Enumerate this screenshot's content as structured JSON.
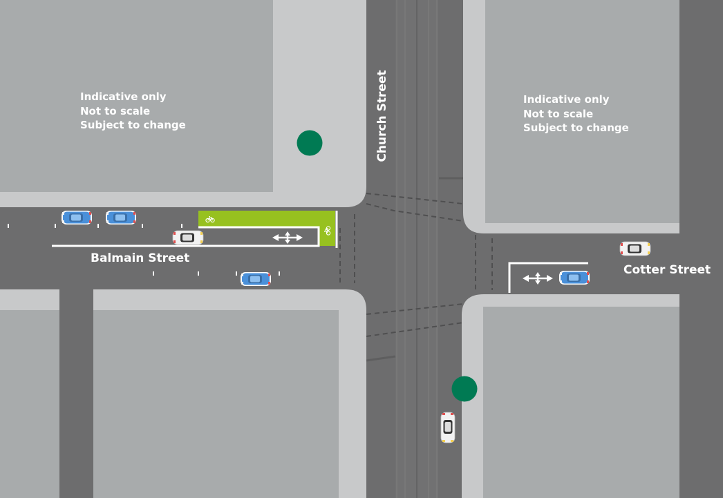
{
  "map": {
    "colors": {
      "road": "#6d6d6e",
      "footpath": "#c8c9ca",
      "building": "#a8abac",
      "bike_lane": "#97c11f",
      "marker": "#007a53",
      "car_blue": "#4a90d9",
      "car_white": "#f2f2f2",
      "line": "#ffffff"
    },
    "disclaimer_left": {
      "line1": "Indicative only",
      "line2": "Not to scale",
      "line3": "Subject to change"
    },
    "disclaimer_right": {
      "line1": "Indicative only",
      "line2": "Not to scale",
      "line3": "Subject to change"
    },
    "streets": {
      "balmain": "Balmain Street",
      "church": "Church Street",
      "cotter": "Cotter Street"
    },
    "markers": [
      {
        "name": "stop-marker-north"
      },
      {
        "name": "stop-marker-south"
      }
    ],
    "icons": [
      "bicycle-icon",
      "bicycle-icon",
      "two-way-arrow-icon",
      "two-way-arrow-icon",
      "car-icon"
    ]
  }
}
